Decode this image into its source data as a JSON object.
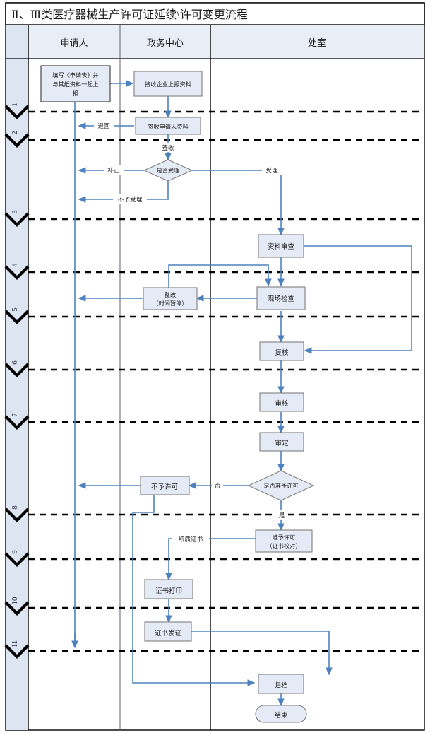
{
  "title": "Ⅱ、Ⅲ类医疗器械生产许可证延续\\许可变更流程",
  "colors": {
    "box_fill": "#e5ebf6",
    "box_border": "#7f7f7f",
    "connector": "#4f81bd",
    "header_fill": "#e8edf6",
    "lane_border": "#000000",
    "step_band_fill": "#dde5f2",
    "chevron": "#000000",
    "dashed": "#000000"
  },
  "header": {
    "lanes": [
      {
        "name": "step-column",
        "label": ""
      },
      {
        "name": "applicant",
        "label": "申请人"
      },
      {
        "name": "government-center",
        "label": "政务中心"
      },
      {
        "name": "department-office",
        "label": "处室"
      }
    ]
  },
  "steps": [
    "1",
    "2",
    "3",
    "4",
    "5",
    "6",
    "7",
    "8",
    "9",
    "10",
    "11"
  ],
  "nodes": [
    {
      "id": "n1",
      "lane": "applicant",
      "shape": "process",
      "lines": [
        "填写《申请表》并",
        "与其纸资料一起上",
        "报"
      ]
    },
    {
      "id": "n2",
      "lane": "government-center",
      "shape": "process",
      "lines": [
        "接收企业上报资料"
      ]
    },
    {
      "id": "n3",
      "lane": "government-center",
      "shape": "process",
      "lines": [
        "签收申请人资料"
      ]
    },
    {
      "id": "n4",
      "lane": "government-center",
      "shape": "decision",
      "lines": [
        "是否受理"
      ]
    },
    {
      "id": "n5",
      "lane": "department-office",
      "shape": "process",
      "lines": [
        "资料审查"
      ]
    },
    {
      "id": "n6",
      "lane": "government-center",
      "shape": "process",
      "lines": [
        "整改",
        "（时间暂停）"
      ]
    },
    {
      "id": "n7",
      "lane": "department-office",
      "shape": "process",
      "lines": [
        "现场检查"
      ]
    },
    {
      "id": "n8",
      "lane": "department-office",
      "shape": "process",
      "lines": [
        "复核"
      ]
    },
    {
      "id": "n9",
      "lane": "department-office",
      "shape": "process",
      "lines": [
        "审核"
      ]
    },
    {
      "id": "n10",
      "lane": "department-office",
      "shape": "process",
      "lines": [
        "审定"
      ]
    },
    {
      "id": "n11",
      "lane": "department-office",
      "shape": "decision",
      "lines": [
        "是否准予许可"
      ]
    },
    {
      "id": "n12",
      "lane": "government-center",
      "shape": "process",
      "lines": [
        "不予许可"
      ]
    },
    {
      "id": "n13",
      "lane": "department-office",
      "shape": "process",
      "lines": [
        "准予许可",
        "（证书校对）"
      ]
    },
    {
      "id": "n14",
      "lane": "government-center",
      "shape": "process",
      "lines": [
        "证书打印"
      ]
    },
    {
      "id": "n15",
      "lane": "government-center",
      "shape": "process",
      "lines": [
        "证书发证"
      ]
    },
    {
      "id": "n16",
      "lane": "department-office",
      "shape": "process",
      "lines": [
        "归档"
      ]
    },
    {
      "id": "n17",
      "lane": "department-office",
      "shape": "terminator",
      "lines": [
        "结束"
      ]
    }
  ],
  "edge_labels": [
    {
      "id": "e1",
      "text": "退回"
    },
    {
      "id": "e2",
      "text": "签收"
    },
    {
      "id": "e3",
      "text": "补正"
    },
    {
      "id": "e4",
      "text": "不予受理"
    },
    {
      "id": "e5",
      "text": "受理"
    },
    {
      "id": "e6",
      "text": "否"
    },
    {
      "id": "e7",
      "text": "是"
    },
    {
      "id": "e8",
      "text": "纸质证书"
    }
  ]
}
